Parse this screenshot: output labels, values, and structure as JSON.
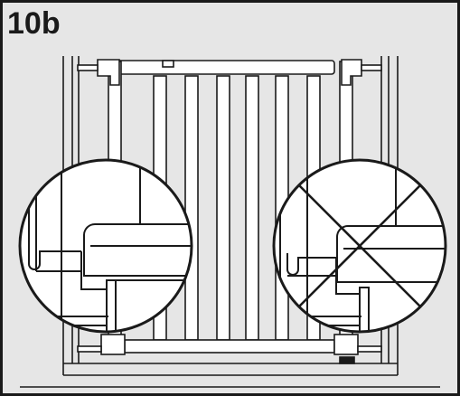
{
  "step": {
    "label": "10b"
  },
  "panel": {
    "background": "#e6e6e6",
    "border": "#1a1a1a",
    "line": "#1a1a1a",
    "magnifier_fill": "#ffffff"
  },
  "callouts": [
    {
      "id": "correct",
      "marked_wrong": false
    },
    {
      "id": "incorrect",
      "marked_wrong": true
    }
  ]
}
